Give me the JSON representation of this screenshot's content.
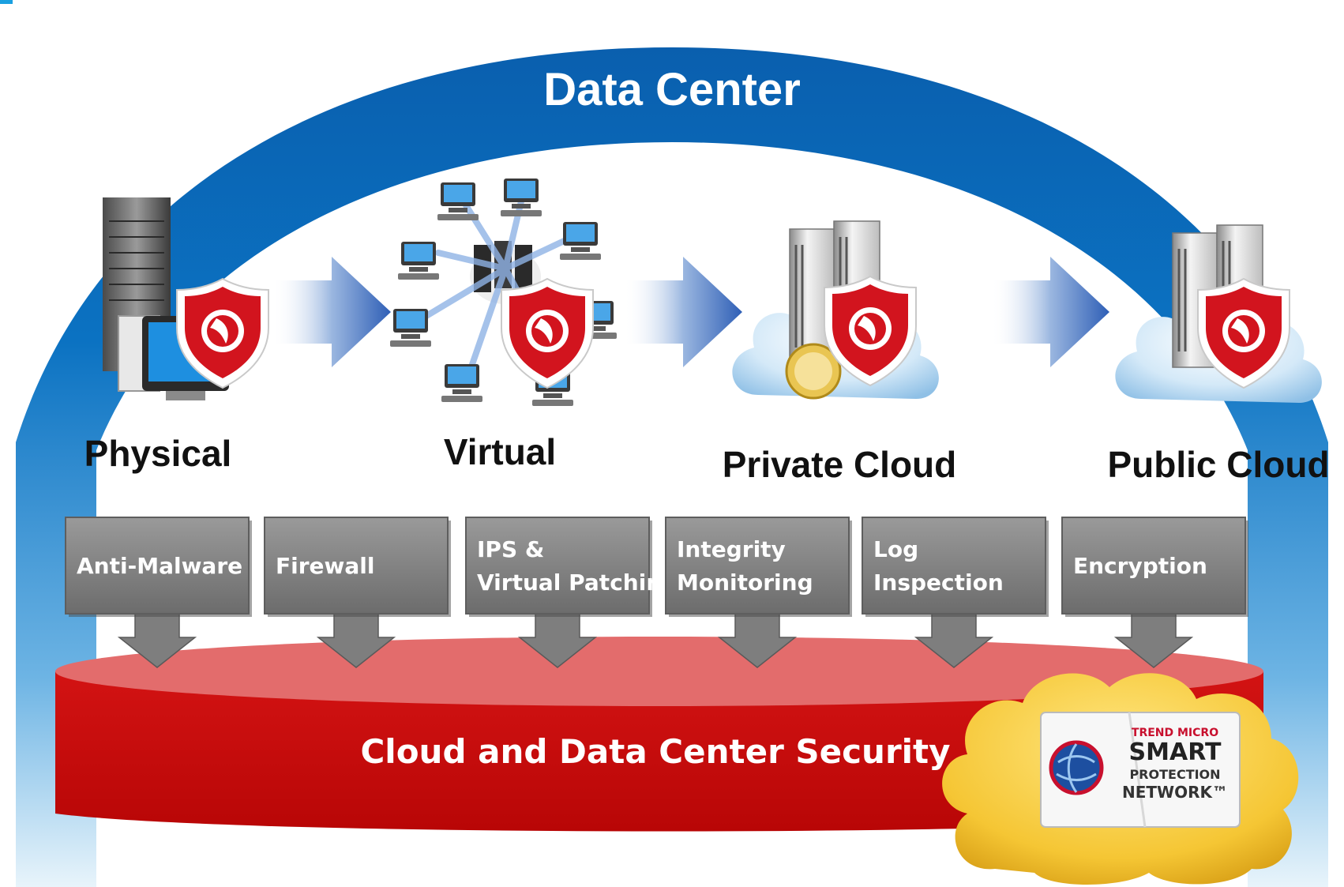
{
  "arc": {
    "title": "Data Center"
  },
  "stages": [
    {
      "label": "Physical",
      "icon": "physical-server-icon"
    },
    {
      "label": "Virtual",
      "icon": "virtual-network-icon"
    },
    {
      "label": "Private Cloud",
      "icon": "private-cloud-icon"
    },
    {
      "label": "Public Cloud",
      "icon": "public-cloud-icon"
    }
  ],
  "modules": [
    {
      "lines": [
        "Anti-Malware"
      ]
    },
    {
      "lines": [
        "Firewall"
      ]
    },
    {
      "lines": [
        "IPS &",
        "Virtual Patching"
      ]
    },
    {
      "lines": [
        "Integrity",
        "Monitoring"
      ]
    },
    {
      "lines": [
        "Log",
        "Inspection"
      ]
    },
    {
      "lines": [
        "Encryption"
      ]
    }
  ],
  "platform": {
    "title": "Cloud and Data Center Security"
  },
  "badge": {
    "line1": "TREND MICRO",
    "line2": "SMART",
    "line3": "PROTECTION",
    "line4": "NETWORK™"
  },
  "colors": {
    "arc_blue": "#0a6ab5",
    "band_red": "#cc0a0a",
    "band_top": "#e26a6a",
    "module_gray": "#8a8a8a",
    "shield_red": "#d2141e",
    "cloud_yellow": "#f3c23a"
  }
}
